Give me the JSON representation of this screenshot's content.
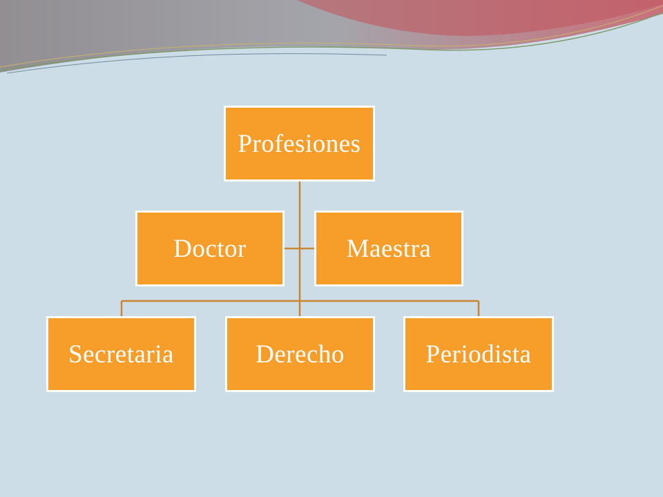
{
  "colors": {
    "background": "#ccdde8",
    "node_fill": "#f79d2a",
    "node_border": "#ffffff",
    "connector": "#c9852f"
  },
  "diagram": {
    "root": {
      "label": "Profesiones"
    },
    "assistants": [
      {
        "label": "Doctor"
      },
      {
        "label": "Maestra"
      }
    ],
    "children": [
      {
        "label": "Secretaria"
      },
      {
        "label": "Derecho"
      },
      {
        "label": "Periodista"
      }
    ]
  }
}
